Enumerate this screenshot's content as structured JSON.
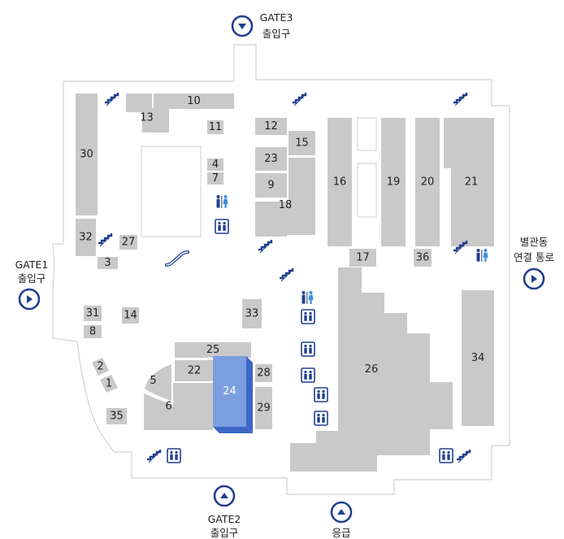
{
  "gates": [
    {
      "key": "gate3",
      "line1": "GATE3",
      "line2": "출입구",
      "arrow": "down"
    },
    {
      "key": "gate1",
      "line1": "GATE1",
      "line2": "출입구",
      "arrow": "right"
    },
    {
      "key": "annex",
      "line1": "별관동",
      "line2": "연결 통로",
      "arrow": "right"
    },
    {
      "key": "gate2",
      "line1": "GATE2",
      "line2": "출입구",
      "arrow": "up"
    },
    {
      "key": "emergency",
      "line1": "응급",
      "line2": "",
      "arrow": "up"
    }
  ],
  "rooms": [
    {
      "id": "1",
      "label": "1"
    },
    {
      "id": "2",
      "label": "2"
    },
    {
      "id": "3",
      "label": "3"
    },
    {
      "id": "4",
      "label": "4"
    },
    {
      "id": "5",
      "label": "5"
    },
    {
      "id": "6",
      "label": "6"
    },
    {
      "id": "7",
      "label": "7"
    },
    {
      "id": "8",
      "label": "8"
    },
    {
      "id": "9",
      "label": "9"
    },
    {
      "id": "10",
      "label": "10"
    },
    {
      "id": "11",
      "label": "11"
    },
    {
      "id": "12",
      "label": "12"
    },
    {
      "id": "13",
      "label": "13"
    },
    {
      "id": "14",
      "label": "14"
    },
    {
      "id": "15",
      "label": "15"
    },
    {
      "id": "16",
      "label": "16"
    },
    {
      "id": "17",
      "label": "17"
    },
    {
      "id": "18",
      "label": "18"
    },
    {
      "id": "19",
      "label": "19"
    },
    {
      "id": "20",
      "label": "20"
    },
    {
      "id": "21",
      "label": "21"
    },
    {
      "id": "22",
      "label": "22"
    },
    {
      "id": "23",
      "label": "23"
    },
    {
      "id": "24",
      "label": "24",
      "highlighted": true
    },
    {
      "id": "25",
      "label": "25"
    },
    {
      "id": "26",
      "label": "26"
    },
    {
      "id": "27",
      "label": "27"
    },
    {
      "id": "28",
      "label": "28"
    },
    {
      "id": "29",
      "label": "29"
    },
    {
      "id": "30",
      "label": "30"
    },
    {
      "id": "31",
      "label": "31"
    },
    {
      "id": "32",
      "label": "32"
    },
    {
      "id": "33",
      "label": "33"
    },
    {
      "id": "34",
      "label": "34"
    },
    {
      "id": "35",
      "label": "35"
    },
    {
      "id": "36",
      "label": "36"
    }
  ],
  "icons": {
    "stairs": "stairs-icon",
    "elevator": "elevator-icon",
    "restroom": "restroom-icon",
    "escalator": "escalator-icon",
    "gate_button": "gate-arrow-icon"
  },
  "colors": {
    "room": "#c9c9c9",
    "highlight": "#7b9ee0",
    "highlight_side": "#3d66c6",
    "icon_blue": "#1f3f8f",
    "gate_ring": "#1f3f8f"
  }
}
